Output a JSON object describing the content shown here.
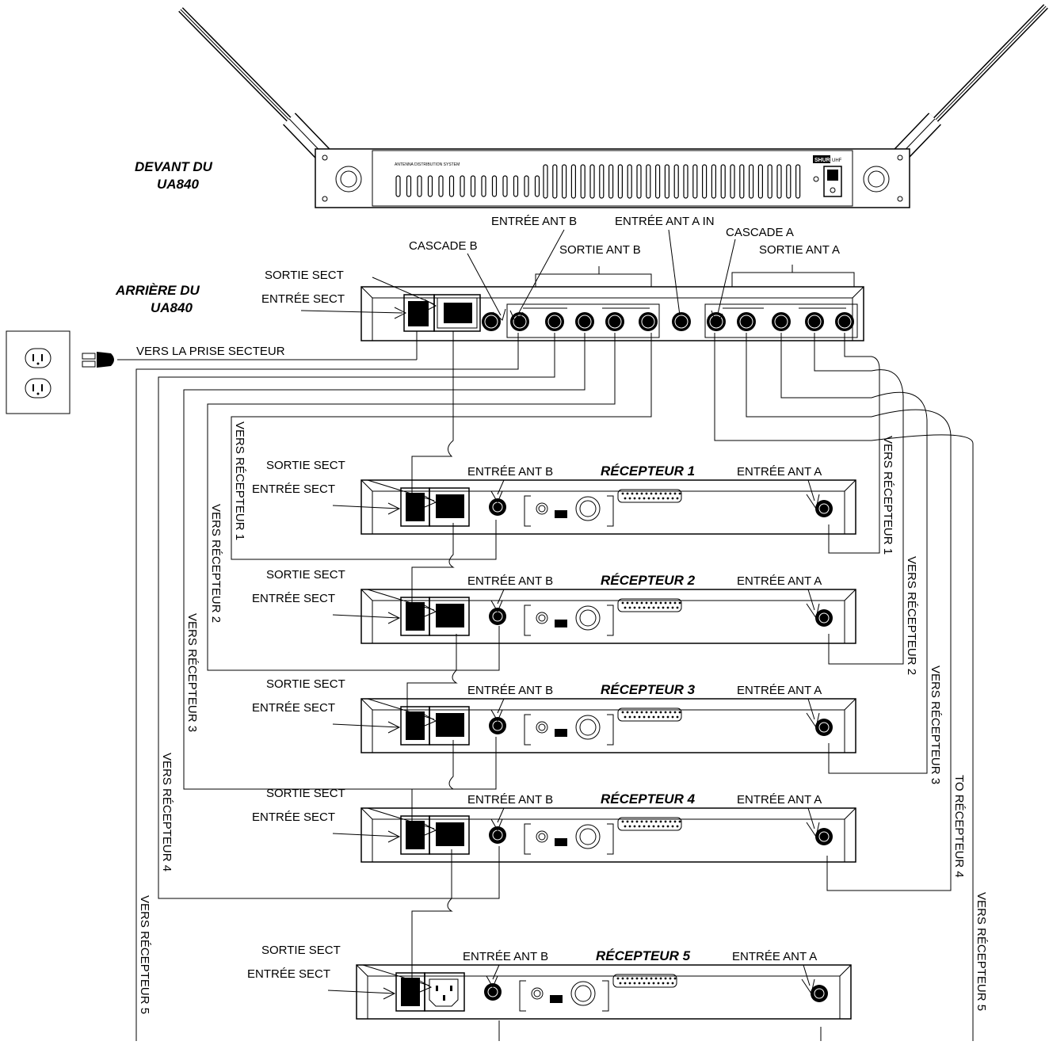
{
  "front_title": [
    "DEVANT DU",
    "UA840"
  ],
  "rear_title": [
    "ARRIÈRE DU",
    "UA840"
  ],
  "front_panel": {
    "small_text": "ANTENNA DISTRIBUTION SYSTEM",
    "brand": "SHURE",
    "brand_suffix": "UHF"
  },
  "labels": {
    "entree_ant_b": "ENTRÉE ANT B",
    "entree_ant_a_in": "ENTRÉE ANT A IN",
    "cascade_b": "CASCADE B",
    "cascade_a": "CASCADE A",
    "sortie_ant_b": "SORTIE ANT B",
    "sortie_ant_a": "SORTIE ANT A",
    "sortie_sect": "SORTIE SECT",
    "entree_sect": "ENTRÉE SECT",
    "vers_prise": "VERS LA PRISE SECTEUR"
  },
  "receivers": [
    {
      "title": "RÉCEPTEUR 1",
      "ant_b": "ENTRÉE ANT B",
      "ant_a": "ENTRÉE ANT A",
      "sortie": "SORTIE SECT",
      "entree": "ENTRÉE SECT"
    },
    {
      "title": "RÉCEPTEUR 2",
      "ant_b": "ENTRÉE ANT B",
      "ant_a": "ENTRÉE ANT A",
      "sortie": "SORTIE SECT",
      "entree": "ENTRÉE SECT"
    },
    {
      "title": "RÉCEPTEUR 3",
      "ant_b": "ENTRÉE ANT B",
      "ant_a": "ENTRÉE ANT A",
      "sortie": "SORTIE SECT",
      "entree": "ENTRÉE SECT"
    },
    {
      "title": "RÉCEPTEUR 4",
      "ant_b": "ENTRÉE ANT B",
      "ant_a": "ENTRÉE ANT A",
      "sortie": "SORTIE SECT",
      "entree": "ENTRÉE SECT"
    },
    {
      "title": "RÉCEPTEUR 5",
      "ant_b": "ENTRÉE ANT B",
      "ant_a": "ENTRÉE ANT A",
      "sortie": "SORTIE SECT",
      "entree": "ENTRÉE SECT"
    }
  ],
  "left_cables": [
    "VERS RÉCEPTEUR 1",
    "VERS RÉCEPTEUR 2",
    "VERS RÉCEPTEUR 3",
    "VERS RÉCEPTEUR 4",
    "VERS RÉCEPTEUR 5"
  ],
  "right_cables": [
    "VERS RÉCEPTEUR 1",
    "VERS RÉCEPTEUR 2",
    "VERS RÉCEPTEUR 3",
    "TO RÉCEPTEUR 4",
    "VERS RÉCEPTEUR 5"
  ]
}
